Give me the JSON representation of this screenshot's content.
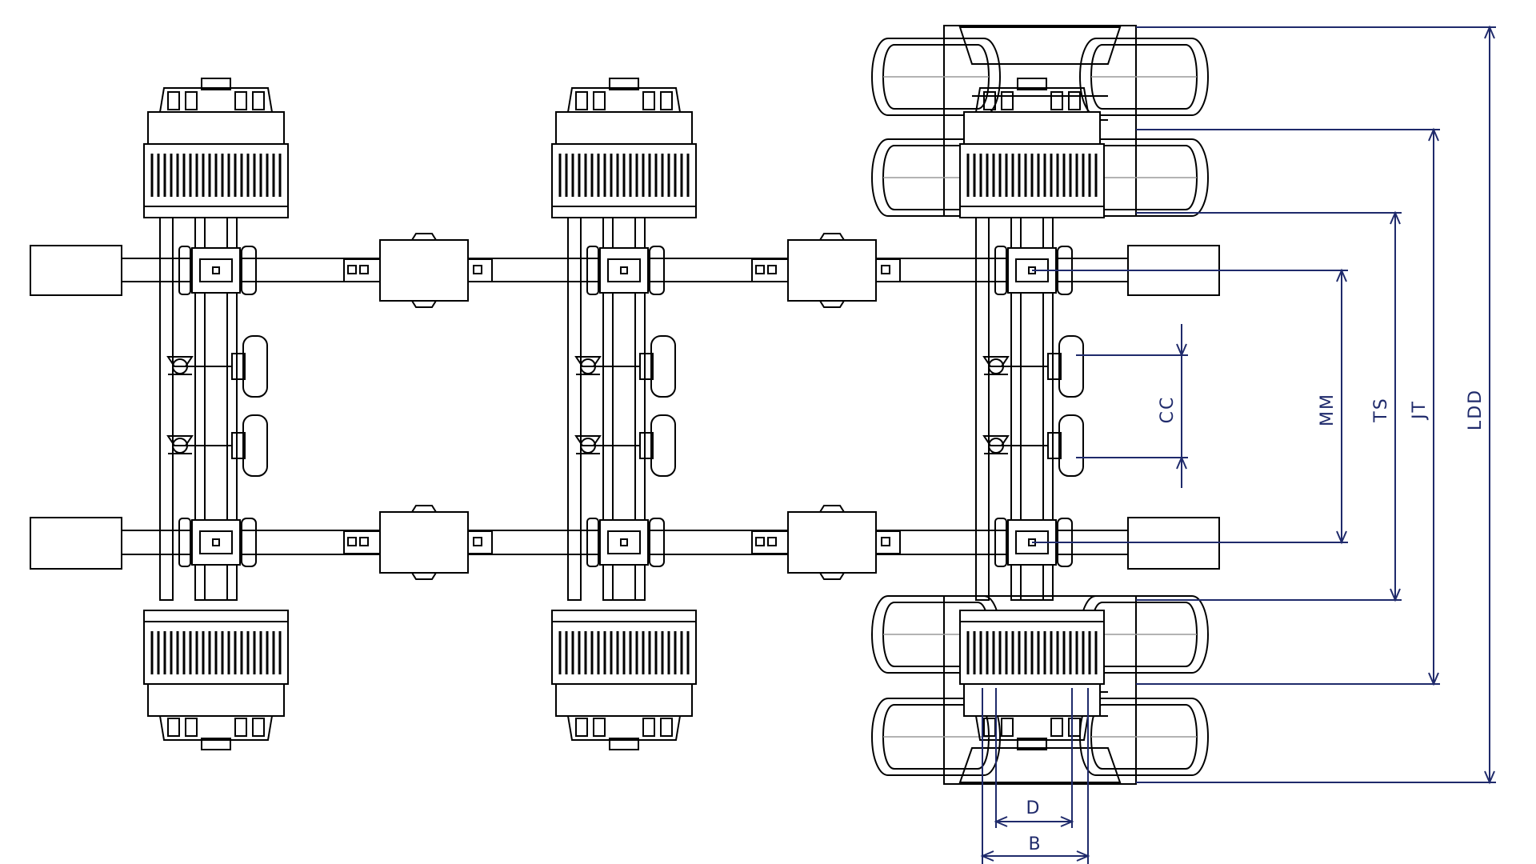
{
  "diagram": {
    "dimensions": [
      {
        "id": "CC",
        "label": "CC"
      },
      {
        "id": "MM",
        "label": "MM"
      },
      {
        "id": "TS",
        "label": "TS"
      },
      {
        "id": "JT",
        "label": "JT"
      },
      {
        "id": "LDD",
        "label": "LDD"
      },
      {
        "id": "D",
        "label": "D"
      },
      {
        "id": "B",
        "label": "B"
      }
    ],
    "colors": {
      "dimension": "#1f2a6b",
      "line": "#000000",
      "shade": "#9a9a9a"
    }
  }
}
